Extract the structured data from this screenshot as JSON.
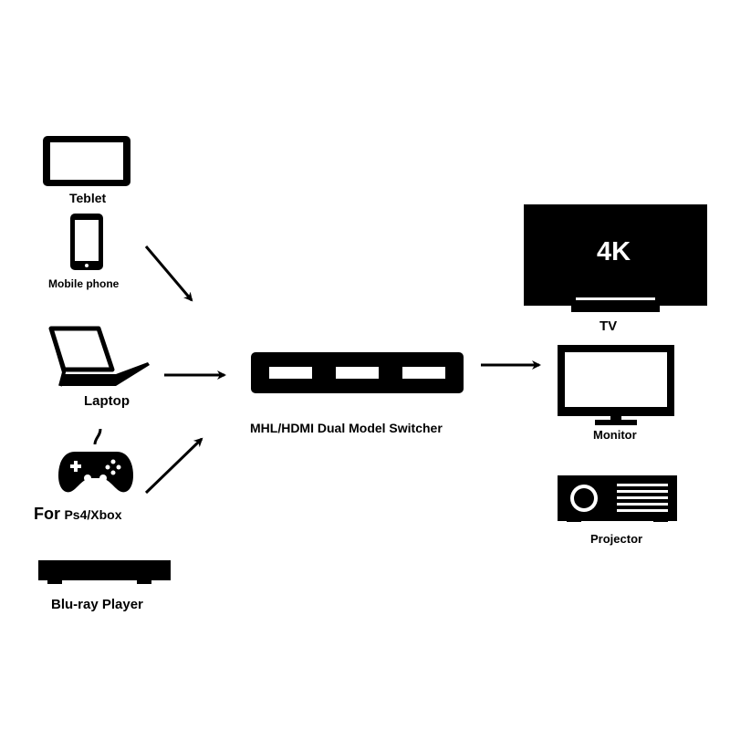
{
  "sources": {
    "tablet": "Teblet",
    "mobile": "Mobile phone",
    "laptop": "Laptop",
    "console_prefix": "For",
    "console": "Ps4/Xbox",
    "bluray": "Blu-ray Player"
  },
  "switcher": {
    "label": "MHL/HDMI Dual Model Switcher"
  },
  "outputs": {
    "tv_screen_text": "4K",
    "tv": "TV",
    "monitor": "Monitor",
    "projector": "Projector"
  },
  "colors": {
    "ink": "#000000",
    "background": "#ffffff"
  }
}
